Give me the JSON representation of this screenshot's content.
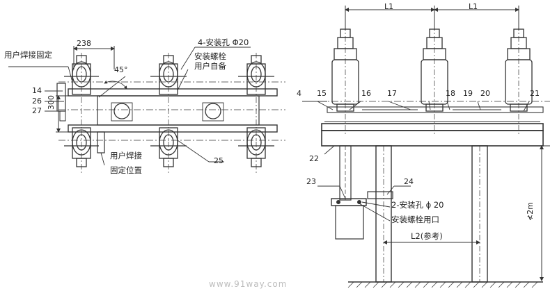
{
  "left_view": {
    "dim_238": "238",
    "angle_45": "45°",
    "dim_300": "300",
    "label_user_weld_fix": "用户焊接固定",
    "label_4_holes": "4-安装孔 Φ20",
    "label_bolt_line1": "安装螺栓",
    "label_bolt_line2": "用户自备",
    "label_user_weld_line1": "用户焊接",
    "label_user_weld_line2": "固定位置",
    "part_14": "14",
    "part_26": "26",
    "part_27": "27",
    "part_25": "25"
  },
  "right_view": {
    "dim_l1_left": "L1",
    "dim_l1_right": "L1",
    "dim_l2": "L2(参考)",
    "dim_height": "≮2m",
    "label_2_holes": "2-安装孔 ϕ 20",
    "label_bolt_port": "安装螺栓用口",
    "parts": [
      "4",
      "15",
      "16",
      "17",
      "18",
      "19",
      "20",
      "21",
      "22",
      "23",
      "24"
    ]
  },
  "watermark": "www.91way.com"
}
